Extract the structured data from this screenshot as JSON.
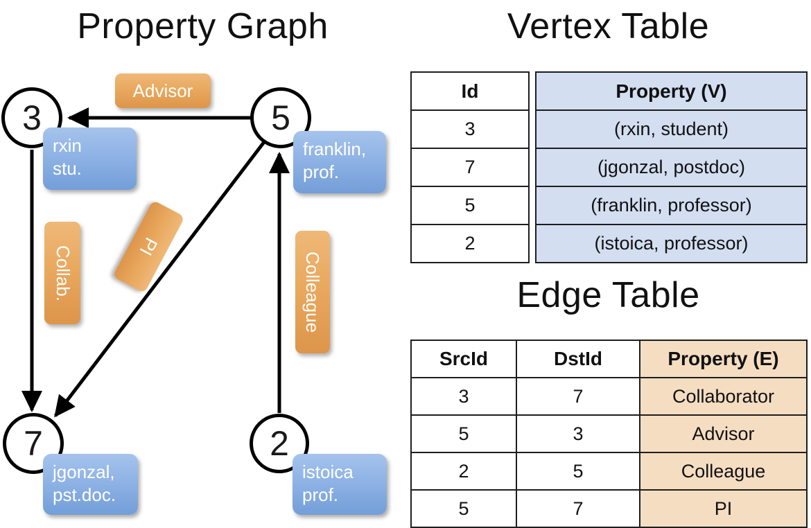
{
  "titles": {
    "property_graph": "Property Graph",
    "vertex_table": "Vertex Table",
    "edge_table": "Edge Table"
  },
  "colors": {
    "vertex_property_fill": "#d3def1",
    "edge_property_fill": "#f5ddc2",
    "node_property_box": "#8fb3e5",
    "edge_label_box": "#e9a95f",
    "stroke": "#1d1d1d"
  },
  "graph": {
    "nodes": [
      {
        "id": "3",
        "property_line1": "rxin",
        "property_line2": "stu."
      },
      {
        "id": "5",
        "property_line1": "franklin,",
        "property_line2": "prof."
      },
      {
        "id": "7",
        "property_line1": "jgonzal,",
        "property_line2": "pst.doc."
      },
      {
        "id": "2",
        "property_line1": "istoica",
        "property_line2": "prof."
      }
    ],
    "edge_labels": [
      {
        "text": "Advisor",
        "orientation": "horizontal"
      },
      {
        "text": "Collab.",
        "orientation": "vertical"
      },
      {
        "text": "PI",
        "orientation": "diagonal"
      },
      {
        "text": "Colleague",
        "orientation": "vertical"
      }
    ],
    "edges": [
      {
        "from": "5",
        "to": "3",
        "label": "Advisor"
      },
      {
        "from": "3",
        "to": "7",
        "label": "Collab."
      },
      {
        "from": "5",
        "to": "7",
        "label": "PI"
      },
      {
        "from": "2",
        "to": "5",
        "label": "Colleague"
      }
    ]
  },
  "vertex_table": {
    "headers": [
      "Id",
      "Property (V)"
    ],
    "rows": [
      {
        "id": "3",
        "property": "(rxin, student)"
      },
      {
        "id": "7",
        "property": "(jgonzal, postdoc)"
      },
      {
        "id": "5",
        "property": "(franklin, professor)"
      },
      {
        "id": "2",
        "property": "(istoica, professor)"
      }
    ]
  },
  "edge_table": {
    "headers": [
      "SrcId",
      "DstId",
      "Property (E)"
    ],
    "rows": [
      {
        "src": "3",
        "dst": "7",
        "property": "Collaborator"
      },
      {
        "src": "5",
        "dst": "3",
        "property": "Advisor"
      },
      {
        "src": "2",
        "dst": "5",
        "property": "Colleague"
      },
      {
        "src": "5",
        "dst": "7",
        "property": "PI"
      }
    ]
  }
}
